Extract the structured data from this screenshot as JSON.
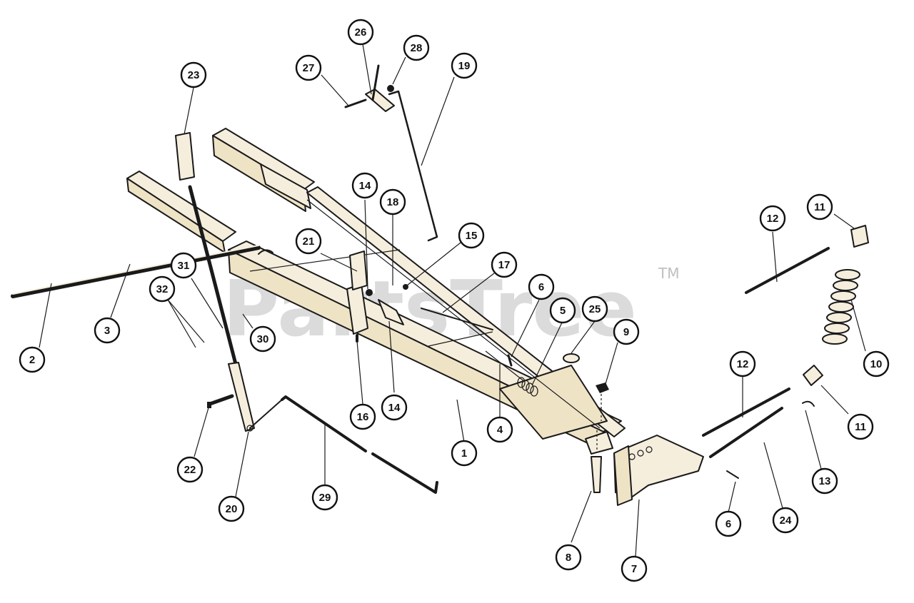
{
  "watermark": {
    "text": "PartsTree",
    "tm": "TM"
  },
  "callouts": [
    "1",
    "2",
    "3",
    "4",
    "5",
    "6",
    "6",
    "7",
    "8",
    "9",
    "10",
    "11",
    "11",
    "12",
    "12",
    "13",
    "14",
    "14",
    "15",
    "16",
    "17",
    "18",
    "19",
    "20",
    "21",
    "22",
    "23",
    "24",
    "25",
    "26",
    "27",
    "28",
    "29",
    "30",
    "31",
    "32"
  ]
}
